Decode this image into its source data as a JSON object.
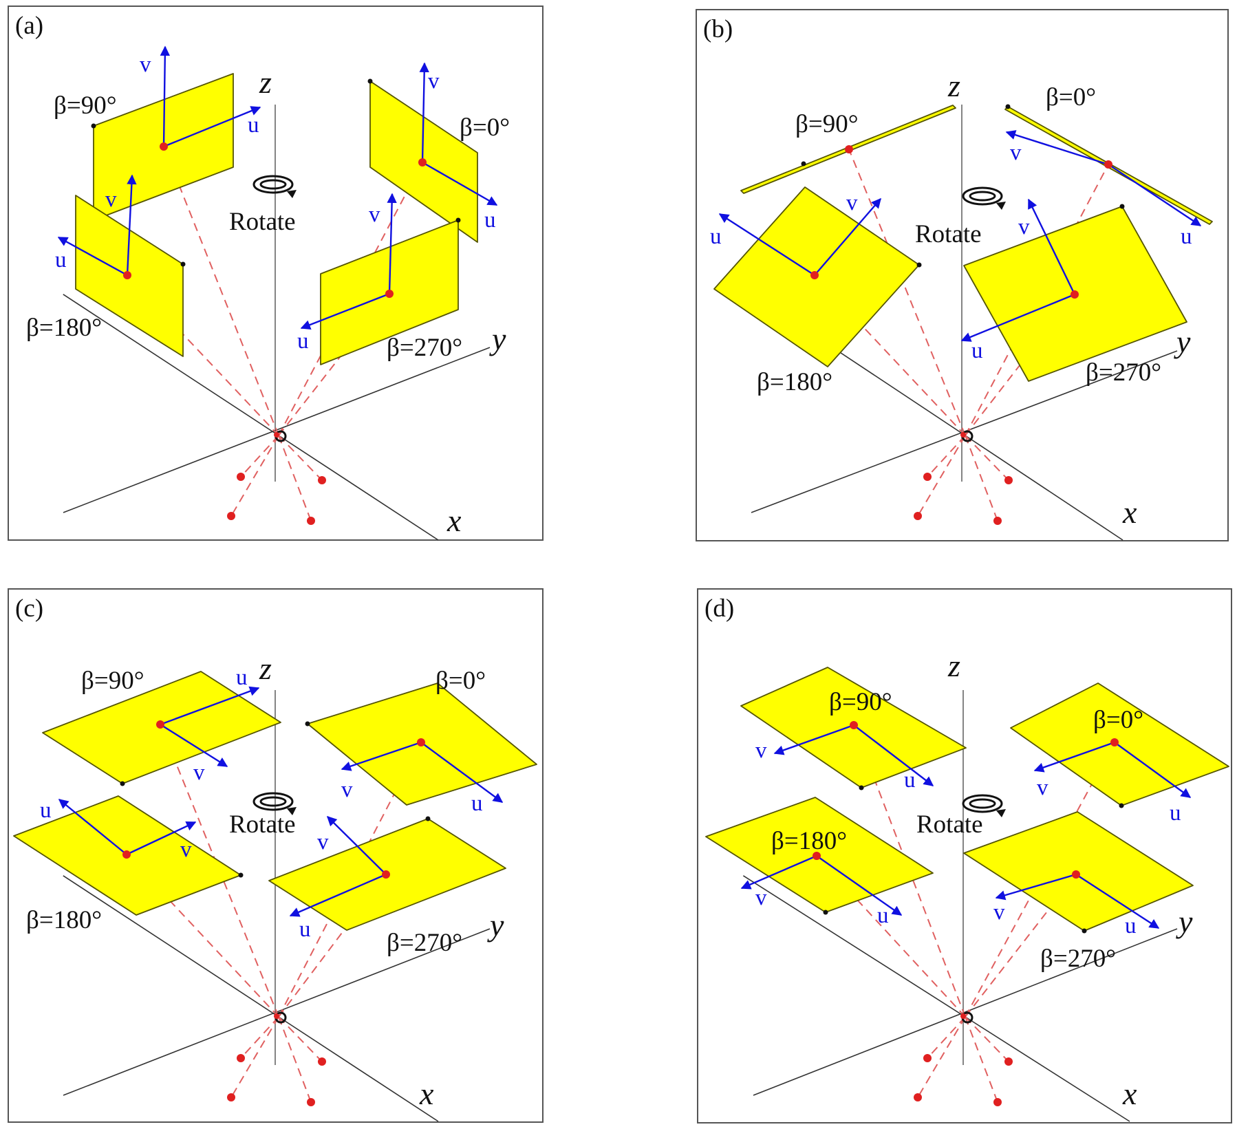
{
  "panels": [
    {
      "id": "a",
      "label": "(a)",
      "labels": [
        "β=90°",
        "β=0°",
        "β=180°",
        "β=270°"
      ]
    },
    {
      "id": "b",
      "label": "(b)",
      "labels": [
        "β=90°",
        "β=0°",
        "β=180°",
        "β=270°"
      ]
    },
    {
      "id": "c",
      "label": "(c)",
      "labels": [
        "β=90°",
        "β=0°",
        "β=180°",
        "β=270°"
      ]
    },
    {
      "id": "d",
      "label": "(d)",
      "labels": [
        "β=90°",
        "β=0°",
        "β=180°",
        "β=270°"
      ]
    }
  ],
  "rotate_label": "Rotate",
  "axes": {
    "x": "x",
    "y": "y",
    "z": "z"
  },
  "vector_labels": {
    "u": "u",
    "v": "v"
  },
  "icons": {
    "rotate": "rotate-arrow-icon",
    "origin": "origin-marker-icon"
  },
  "colors": {
    "plate": "#ffff00",
    "vector": "#1010e0",
    "ray": "#e06060",
    "point": "#e02020"
  }
}
